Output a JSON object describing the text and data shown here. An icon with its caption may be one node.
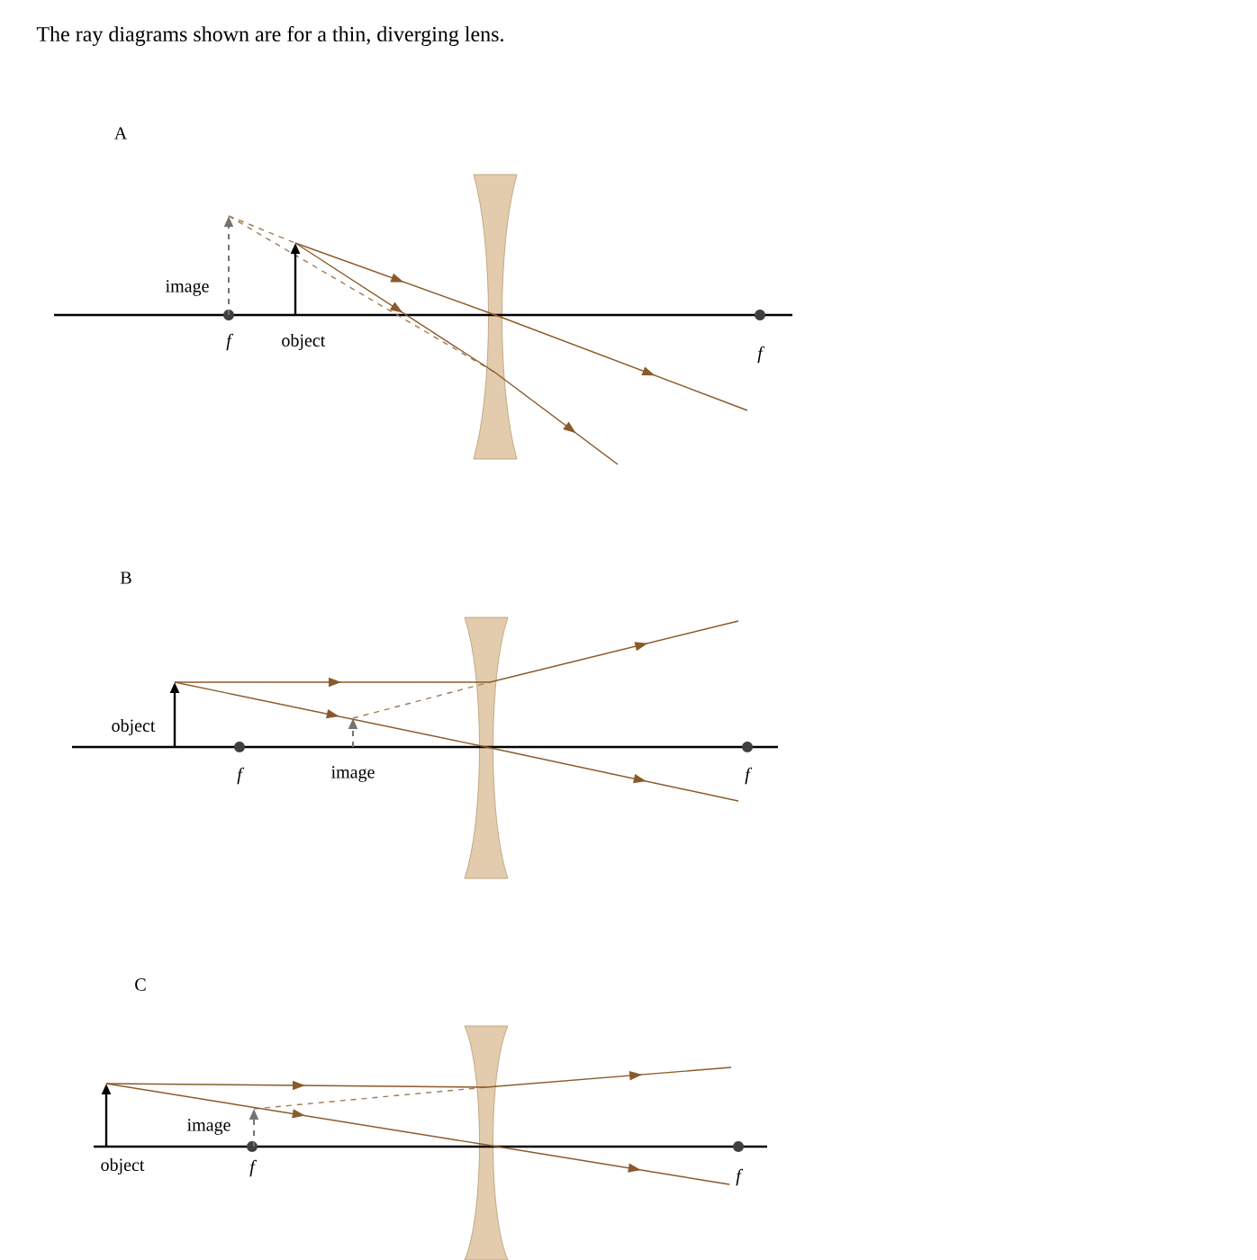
{
  "diagram": {
    "title": "The ray diagrams shown are for a thin, diverging lens.",
    "labels": [
      "A",
      "image",
      "f",
      "object",
      "f",
      "B",
      "object",
      "f",
      "image",
      "f",
      "C",
      "image",
      "object",
      "f",
      "f"
    ]
  }
}
